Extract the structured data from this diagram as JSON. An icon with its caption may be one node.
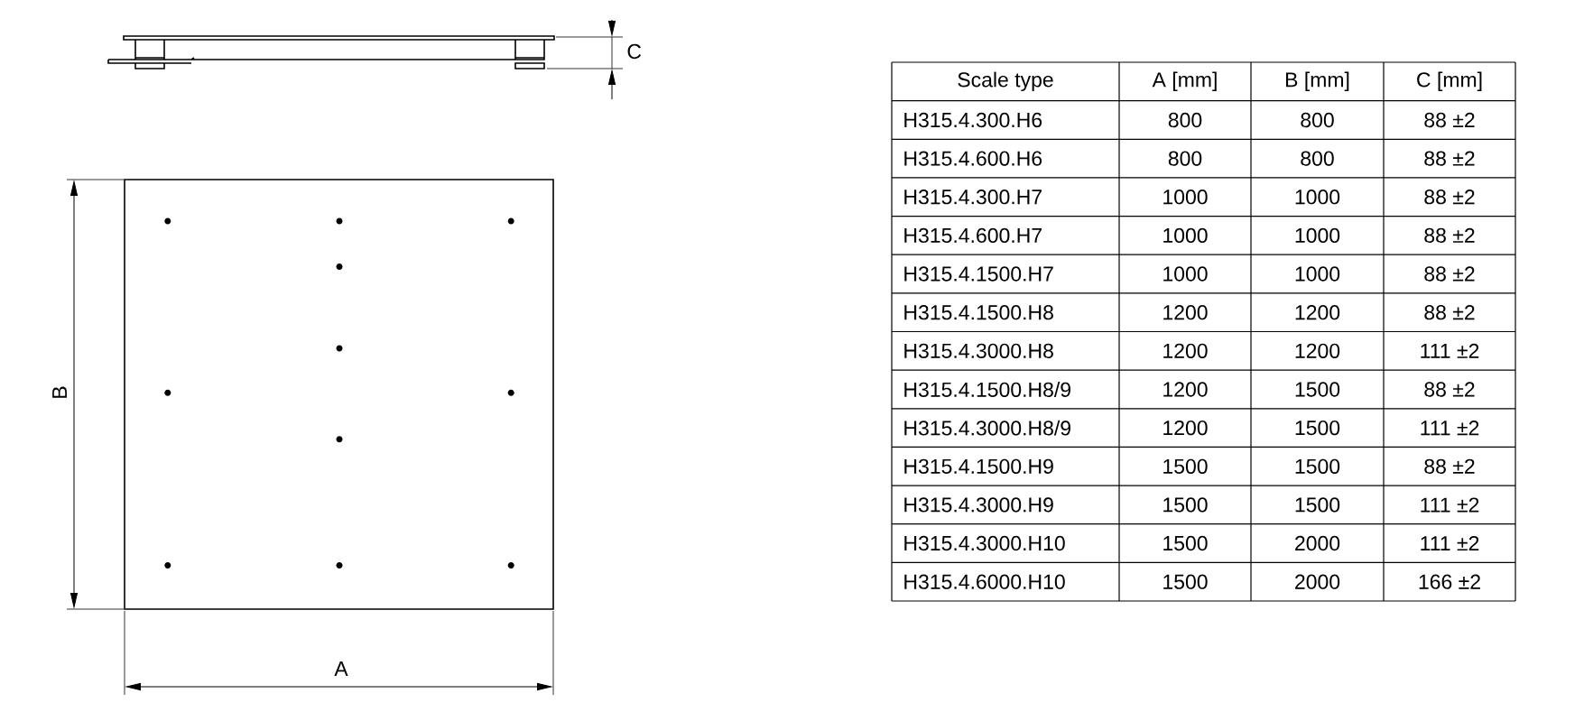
{
  "diagram": {
    "labels": [
      "C",
      "Scale type",
      "A [mm]",
      "B  [mm]",
      "C [mm]",
      "H315.4.300.H6",
      "800",
      "800",
      "88 ±2",
      "H315.4.600.H6",
      "800",
      "800",
      "88 ±2",
      "H315.4.300.H7",
      "1000",
      "1000",
      "88 ±2",
      "H315.4.600.H7",
      "1000",
      "1000",
      "88 ±2",
      "H315.4.1500.H7",
      "1000",
      "1000",
      "88 ±2",
      "H315.4.1500.H8",
      "1200",
      "1200",
      "88 ±2",
      "H315.4.3000.H8",
      "1200",
      "1200",
      "111 ±2",
      "H315.4.1500.H8/9",
      "1200",
      "1500",
      "88 ±2",
      "H315.4.3000.H8/9",
      "1200",
      "1500",
      "111 ±2",
      "H315.4.1500.H9",
      "1500",
      "1500",
      "88 ±2",
      "H315.4.3000.H9",
      "1500",
      "1500",
      "111 ±2",
      "H315.4.3000.H10",
      "1500",
      "2000",
      "111 ±2",
      "H315.4.6000.H10",
      "1500",
      "2000",
      "166 ±2",
      "B",
      "A"
    ]
  }
}
